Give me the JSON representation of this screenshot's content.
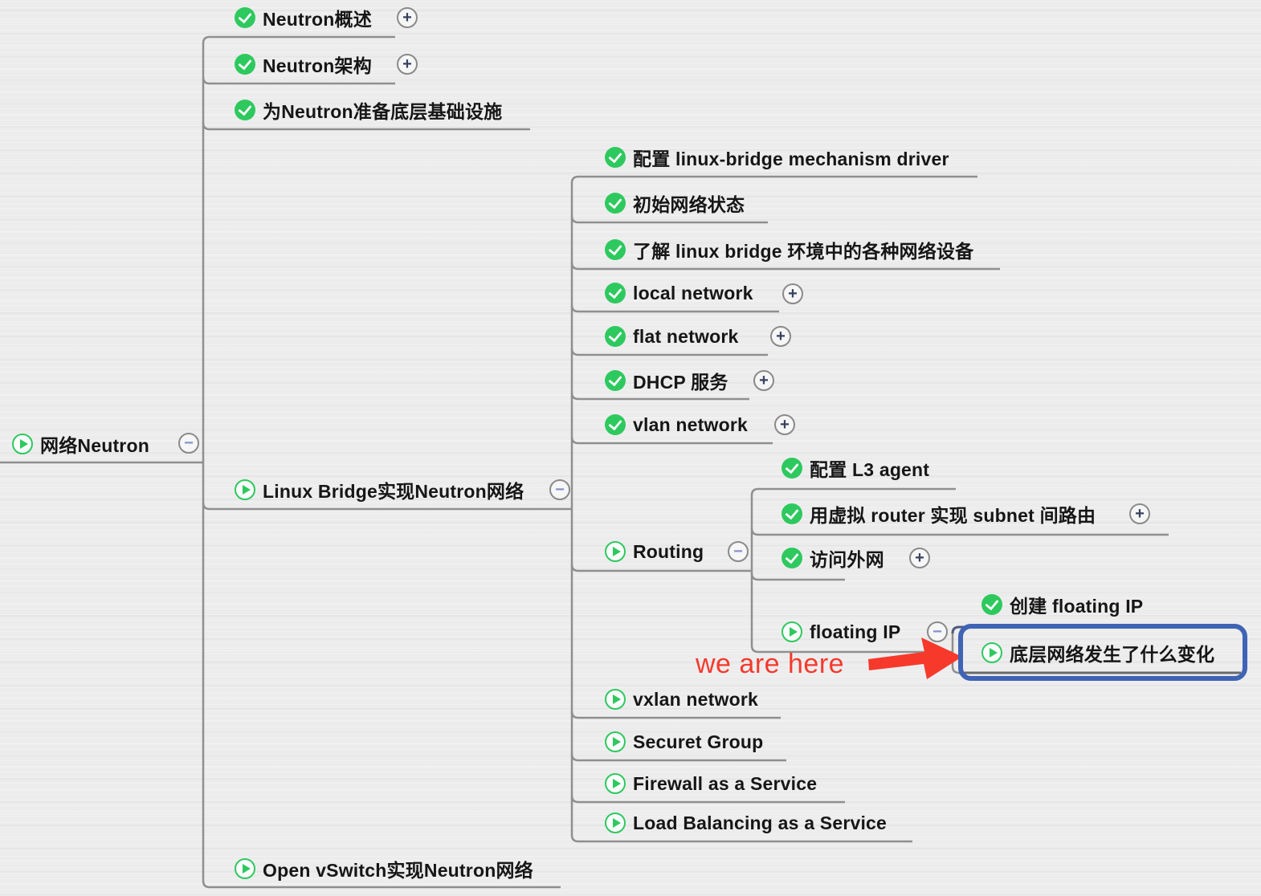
{
  "symbols": {
    "expand": "+",
    "collapse": "−"
  },
  "colors": {
    "done_green": "#2ec95e",
    "line_gray": "#8f8f8f",
    "highlight_blue": "#3f63b5",
    "annotation_red": "#f6392b"
  },
  "annotation": {
    "text": "we are here"
  },
  "mindmap": {
    "root": {
      "label": "网络Neutron",
      "status": "in-progress",
      "expander": "collapse",
      "children": [
        {
          "label": "Neutron概述",
          "status": "done",
          "expander": "expand"
        },
        {
          "label": "Neutron架构",
          "status": "done",
          "expander": "expand"
        },
        {
          "label": "为Neutron准备底层基础设施",
          "status": "done"
        },
        {
          "label": "Linux Bridge实现Neutron网络",
          "status": "in-progress",
          "expander": "collapse",
          "children": [
            {
              "label": "配置 linux-bridge mechanism driver",
              "status": "done"
            },
            {
              "label": "初始网络状态",
              "status": "done"
            },
            {
              "label": "了解 linux bridge 环境中的各种网络设备",
              "status": "done"
            },
            {
              "label": "local network",
              "status": "done",
              "expander": "expand"
            },
            {
              "label": "flat network",
              "status": "done",
              "expander": "expand"
            },
            {
              "label": "DHCP 服务",
              "status": "done",
              "expander": "expand"
            },
            {
              "label": "vlan network",
              "status": "done",
              "expander": "expand"
            },
            {
              "label": "Routing",
              "status": "in-progress",
              "expander": "collapse",
              "children": [
                {
                  "label": "配置 L3 agent",
                  "status": "done"
                },
                {
                  "label": "用虚拟 router 实现 subnet 间路由",
                  "status": "done",
                  "expander": "expand"
                },
                {
                  "label": "访问外网",
                  "status": "done",
                  "expander": "expand"
                },
                {
                  "label": "floating IP",
                  "status": "in-progress",
                  "expander": "collapse",
                  "children": [
                    {
                      "label": "创建 floating IP",
                      "status": "done"
                    },
                    {
                      "label": "底层网络发生了什么变化",
                      "status": "in-progress",
                      "highlighted": true
                    }
                  ]
                }
              ]
            },
            {
              "label": "vxlan network",
              "status": "in-progress"
            },
            {
              "label": "Securet Group",
              "status": "in-progress"
            },
            {
              "label": "Firewall as a Service",
              "status": "in-progress"
            },
            {
              "label": "Load Balancing as a Service",
              "status": "in-progress"
            }
          ]
        },
        {
          "label": "Open vSwitch实现Neutron网络",
          "status": "in-progress"
        }
      ]
    }
  }
}
